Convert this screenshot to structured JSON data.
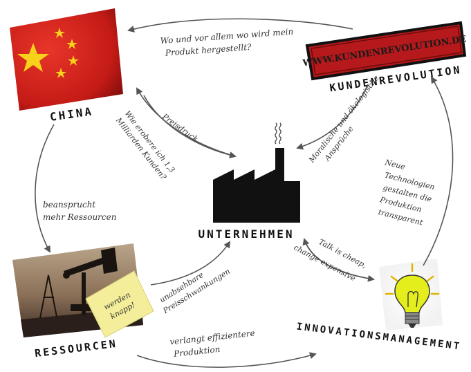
{
  "nodes": {
    "china": "CHINA",
    "kundenrevolution": "KUNDENREVOLUTION",
    "kundenrevolution_banner": "WWW.KUNDENREVOLUTION.DE",
    "unternehmen": "UNTERNEHMEN",
    "ressourcen": "RESSOURCEN",
    "innovationsmanagement": "INNOVATIONSMANAGEMENT"
  },
  "sticky_note": [
    "werden",
    "knapp!"
  ],
  "edges": {
    "wo_hergestellt": [
      "Wo und vor allem wo wird mein",
      "Produkt hergestellt?"
    ],
    "preisdruck": "Preisdruck",
    "milliarden": [
      "Wie erobere ich 1,3",
      "Milliarden Kunden?"
    ],
    "moralische": [
      "Moralische und ökologische",
      "Ansprüche"
    ],
    "beansprucht": [
      "beansprucht",
      "mehr Ressourcen"
    ],
    "technologien": [
      "Neue",
      "Technologien",
      "gestalten die",
      "Produktion",
      "transparent"
    ],
    "talk": [
      "Talk is cheap,",
      "change expensive"
    ],
    "preisschwankungen": [
      "unabsehbare",
      "Preisschwankungen"
    ],
    "effizientere": [
      "verlangt effizientere",
      "Produktion"
    ]
  },
  "colors": {
    "flag_red": "#d0201a",
    "flag_star": "#f7d21a",
    "banner_red": "#b5191b",
    "sticky_yellow": "#f4ee9a",
    "bulb_yellow": "#e4ee1c",
    "factory": "#111111",
    "arrow": "#555555"
  }
}
